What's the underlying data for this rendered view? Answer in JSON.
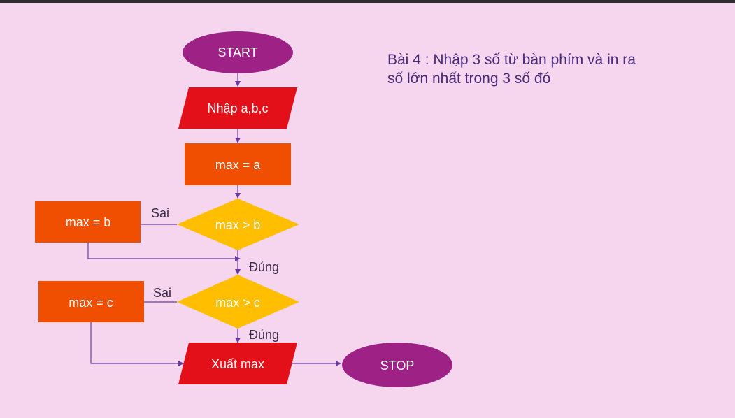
{
  "title": {
    "line1": "Bài 4 : Nhập 3 số từ bàn phím và in ra",
    "line2": "số lớn nhất trong 3 số đó"
  },
  "nodes": {
    "start": "START",
    "input": "Nhập a,b,c",
    "assign_a": "max = a",
    "compare_b": "max > b",
    "assign_b": "max = b",
    "compare_c": "max > c",
    "assign_c": "max = c",
    "output": "Xuất max",
    "stop": "STOP"
  },
  "edges": {
    "false_b": "Sai",
    "true_b": "Đúng",
    "false_c": "Sai",
    "true_c": "Đúng"
  },
  "colors": {
    "background": "#f5d6ee",
    "terminal": "#9e2285",
    "io": "#e3101a",
    "process": "#f04e00",
    "decision": "#ffbf00",
    "arrow": "#6b3aa0"
  }
}
